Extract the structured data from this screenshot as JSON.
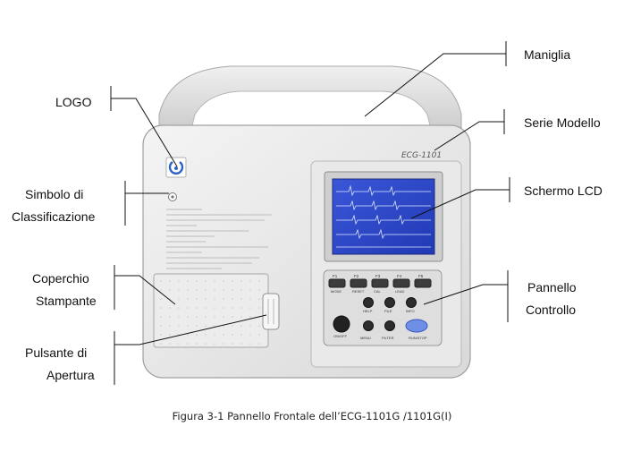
{
  "labels": {
    "logo": "LOGO",
    "classification_line1": "Simbolo di",
    "classification_line2": "Classificazione",
    "printer_cover_line1": "Coperchio",
    "printer_cover_line2": "Stampante",
    "open_button_line1": "Pulsante di",
    "open_button_line2": "Apertura",
    "handle": "Maniglia",
    "model_series": "Serie Modello",
    "lcd_screen": "Schermo LCD",
    "control_panel_line1": "Pannello",
    "control_panel_line2": "Controllo"
  },
  "device": {
    "model_text": "ECG-1101",
    "function_keys": [
      "F1",
      "F2",
      "F3",
      "F4",
      "F5"
    ],
    "function_key_labels": [
      "MODE",
      "RESET",
      "CAL",
      "LEAD",
      ""
    ],
    "bottom_keys": [
      "ON/OFF",
      "MENU",
      "FILTER",
      "RUN/STOP"
    ],
    "mid_keys": [
      "HELP",
      "FILE",
      "INFO"
    ]
  },
  "caption": "Figura 3-1 Pannello Frontale dell’ECG-1101G /1101G(Ⅰ)"
}
